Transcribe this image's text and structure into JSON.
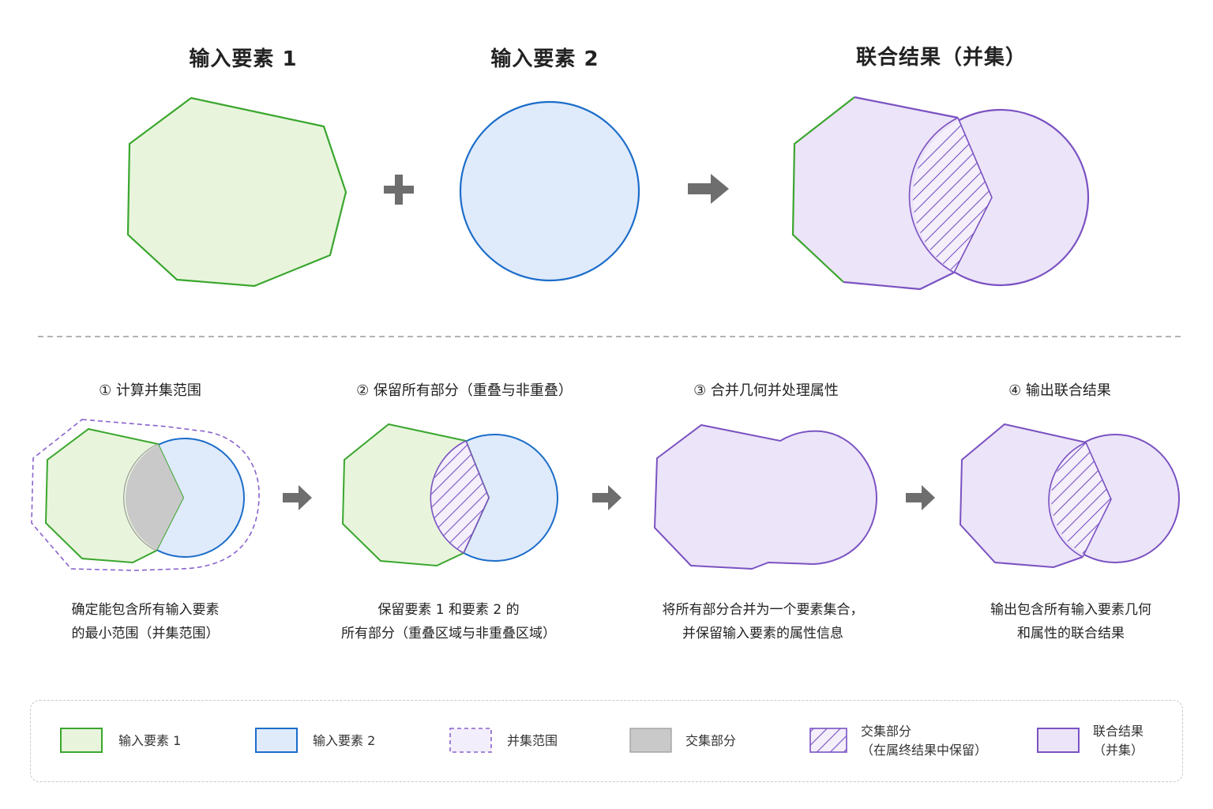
{
  "top": {
    "title_input1": "输入要素 1",
    "title_input2": "输入要素 2",
    "title_result": "联合结果（并集）"
  },
  "steps": [
    {
      "title": "① 计算并集范围",
      "desc": [
        "确定能包含所有输入要素",
        "的最小范围（并集范围）"
      ]
    },
    {
      "title": "② 保留所有部分（重叠与非重叠）",
      "desc": [
        "保留要素 1 和要素 2 的",
        "所有部分（重叠区域与非重叠区域）"
      ]
    },
    {
      "title": "③ 合并几何并处理属性",
      "desc": [
        "将所有部分合并为一个要素集合，",
        "并保留输入要素的属性信息"
      ]
    },
    {
      "title": "④ 输出联合结果",
      "desc": [
        "输出包含所有输入要素几何",
        "和属性的联合结果"
      ]
    }
  ],
  "legend": [
    {
      "label": [
        "输入要素 1"
      ]
    },
    {
      "label": [
        "输入要素 2"
      ]
    },
    {
      "label": [
        "并集范围"
      ]
    },
    {
      "label": [
        "交集部分"
      ]
    },
    {
      "label": [
        "交集部分",
        "（在属终结果中保留）"
      ]
    },
    {
      "label": [
        "联合结果",
        "（并集）"
      ]
    }
  ],
  "colors": {
    "green_stroke": "#3aa62e",
    "green_fill": "#e8f5dc",
    "blue_stroke": "#1b6dc9",
    "blue_fill": "#dfeafb",
    "purple_stroke": "#7a52c2",
    "purple_fill": "#ece4f8",
    "gray_fill": "#c9c9c9",
    "arrow": "#6e6e6e"
  },
  "icons": {
    "plus": "plus-icon",
    "arrow": "arrow-right-icon"
  }
}
